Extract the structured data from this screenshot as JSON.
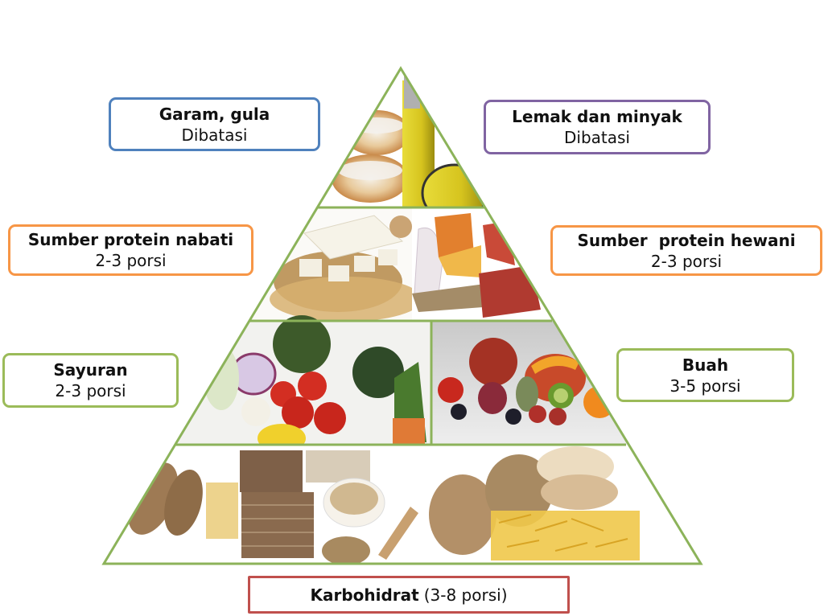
{
  "diagram": {
    "type": "food-pyramid",
    "outline_color": "#8cb35a",
    "tiers": [
      {
        "id": "top",
        "sections": [
          {
            "name": "garam-gula",
            "depicts": "sugar-dusted doughnuts",
            "fill": "#e6c79a"
          },
          {
            "name": "lemak-minyak",
            "depicts": "olive oil bottles",
            "fill": "#d8c52a"
          }
        ]
      },
      {
        "id": "protein",
        "sections": [
          {
            "name": "protein-nabati",
            "depicts": "tofu and soybeans",
            "fill": "#e9dcc0"
          },
          {
            "name": "protein-hewani",
            "depicts": "milk, cheese, fish, meat",
            "fill": "#d98a55"
          }
        ]
      },
      {
        "id": "vegetables-fruit",
        "sections": [
          {
            "name": "sayuran",
            "depicts": "broccoli, tomatoes, onion, garlic, squash",
            "fill": "#7a9a55"
          },
          {
            "name": "buah",
            "depicts": "pomegranate, mango, figs, kiwi, berries, orange",
            "fill": "#b5584a"
          }
        ]
      },
      {
        "id": "carbohydrates",
        "sections": [
          {
            "name": "karbohidrat",
            "depicts": "bread, oats, pasta, potatoes, bagels",
            "fill": "#c9a070"
          }
        ]
      }
    ]
  },
  "labels": {
    "garam_gula": {
      "title": "Garam, gula",
      "subtitle": "Dibatasi",
      "color": "#4f81bd"
    },
    "lemak_minyak": {
      "title": "Lemak dan minyak",
      "subtitle": "Dibatasi",
      "color": "#8064a2"
    },
    "protein_nabati": {
      "title": "Sumber protein nabati",
      "subtitle": "2-3 porsi",
      "color": "#f79646"
    },
    "protein_hewani": {
      "title": "Sumber  protein hewani",
      "subtitle": "2-3 porsi",
      "color": "#f79646"
    },
    "sayuran": {
      "title": "Sayuran",
      "subtitle": "2-3 porsi",
      "color": "#9bbb59"
    },
    "buah": {
      "title": "Buah",
      "subtitle": "3-5 porsi",
      "color": "#9bbb59"
    },
    "karbohidrat": {
      "title": "Karbohidrat",
      "subtitle": "(3-8 porsi)",
      "color": "#c0504d"
    }
  }
}
